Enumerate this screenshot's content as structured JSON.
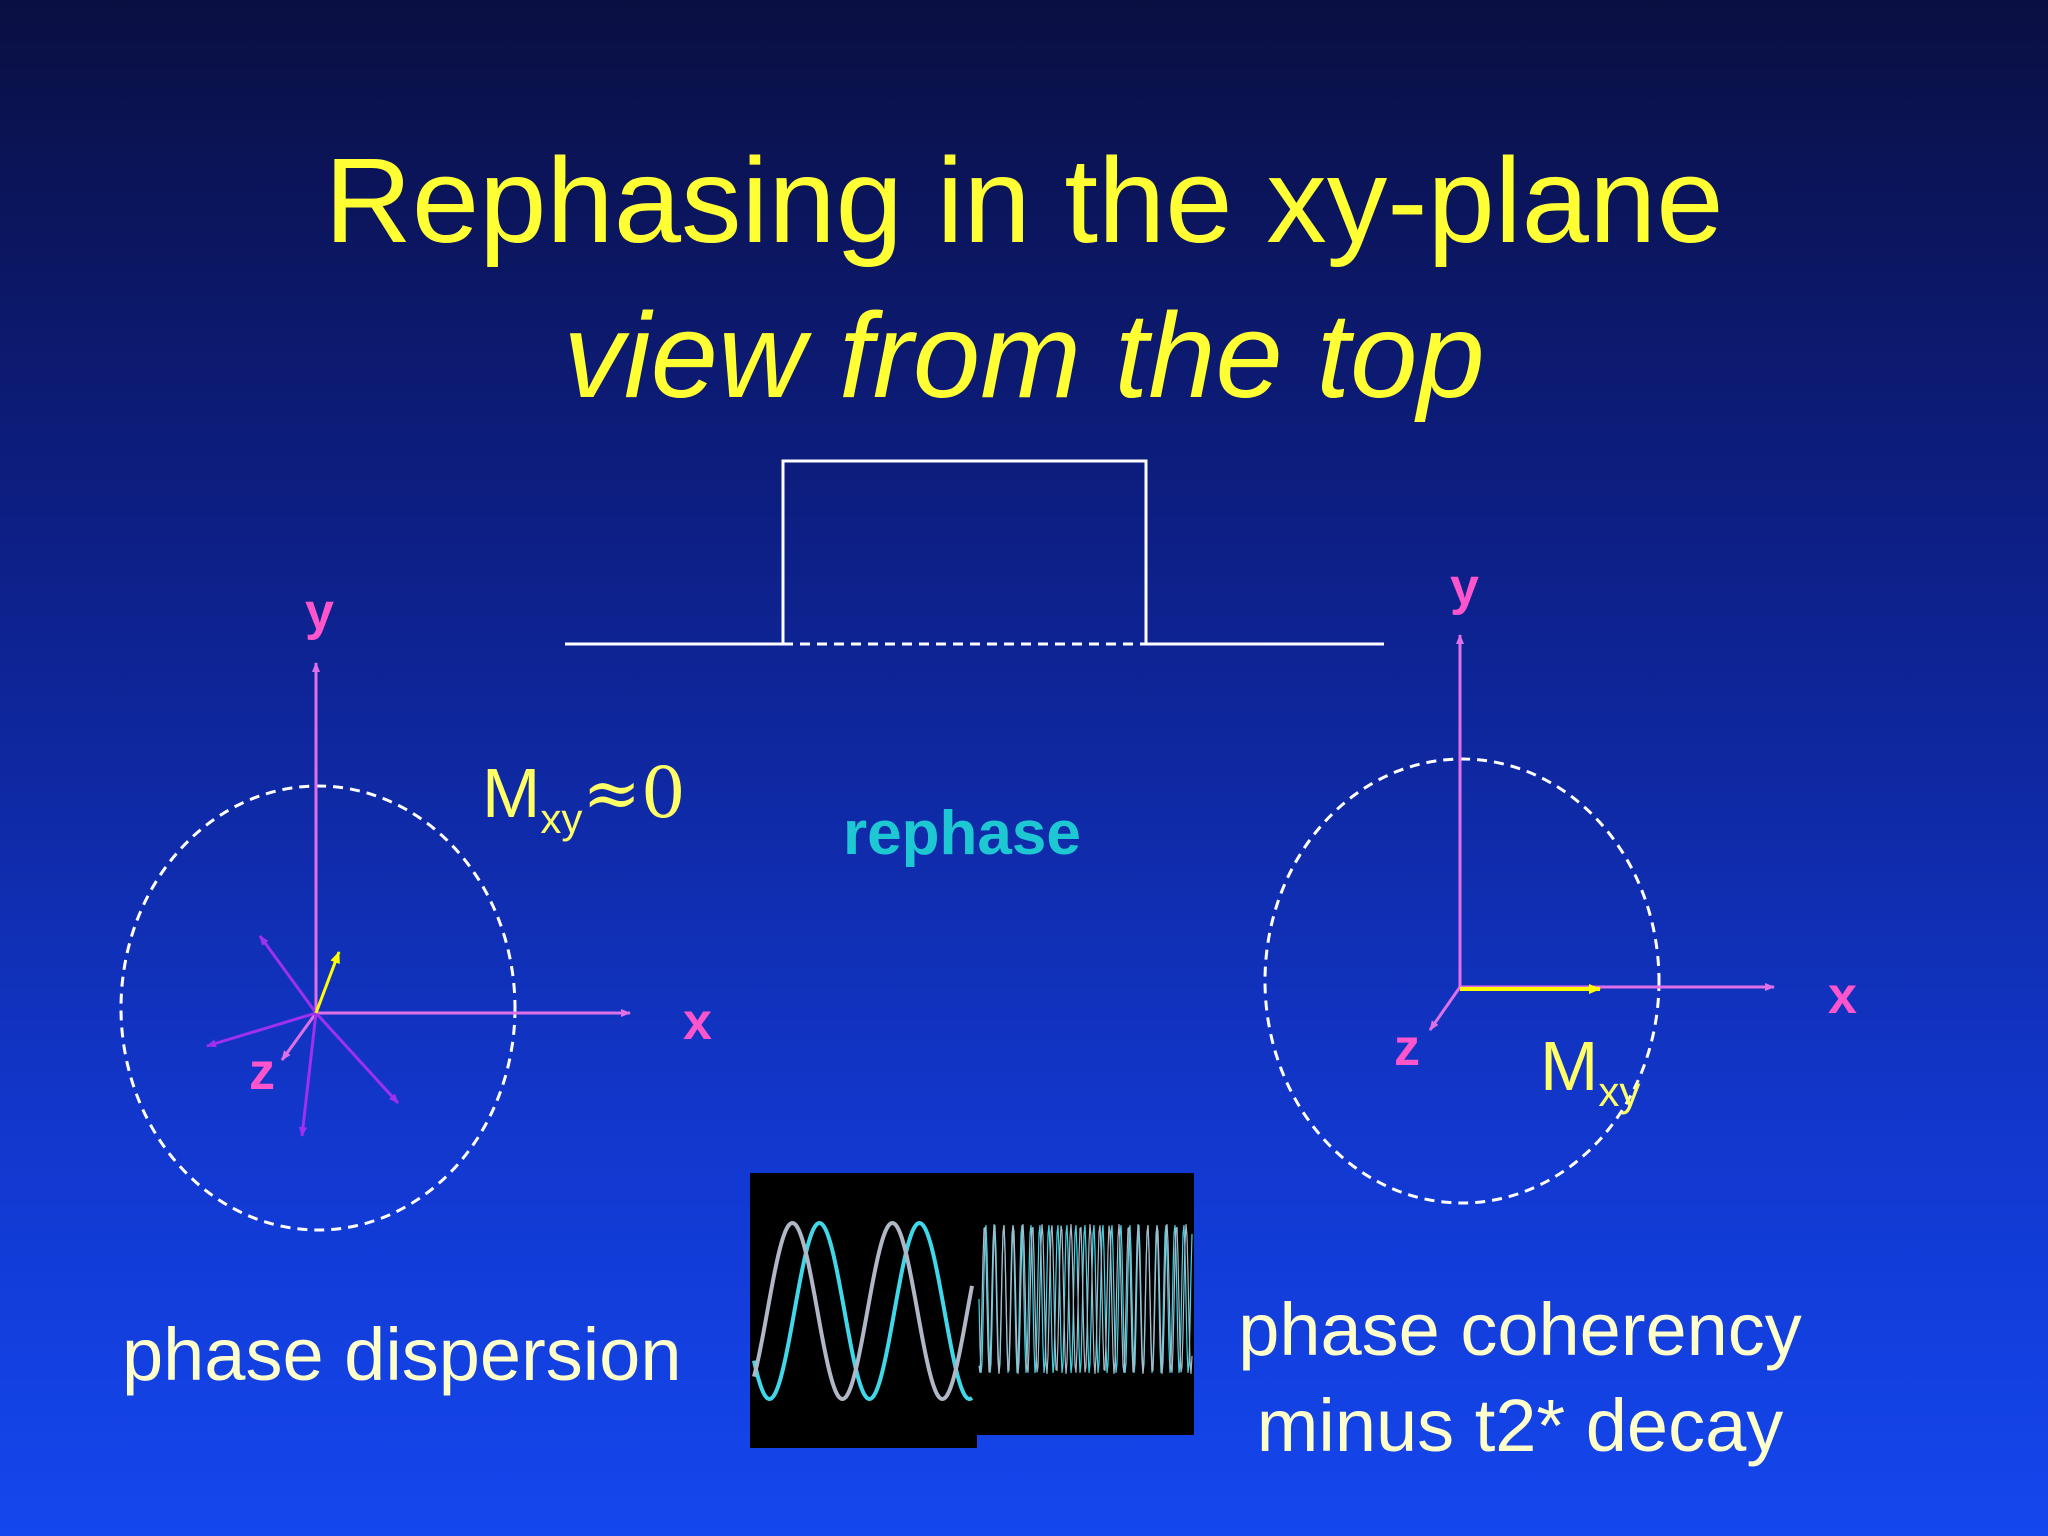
{
  "slide": {
    "title": "Rephasing in the xy-plane",
    "subtitle": "view from the top"
  },
  "left_diagram": {
    "y_label": "y",
    "x_label": "x",
    "z_label": "z",
    "m_label": "M",
    "m_subscript": "xy",
    "m_value": "≈0",
    "caption": "phase dispersion"
  },
  "pulse": {
    "label": "rephase"
  },
  "right_diagram": {
    "y_label": "y",
    "x_label": "x",
    "z_label": "z",
    "m_label": "M",
    "m_subscript": "xy",
    "caption_line1": "phase coherency",
    "caption_line2": "minus t2* decay"
  },
  "colors": {
    "title": "#ffff33",
    "axis": "#ff55cc",
    "vector": "#ffff00",
    "rephase": "#1ec8d2",
    "caption": "#ffffcc"
  }
}
